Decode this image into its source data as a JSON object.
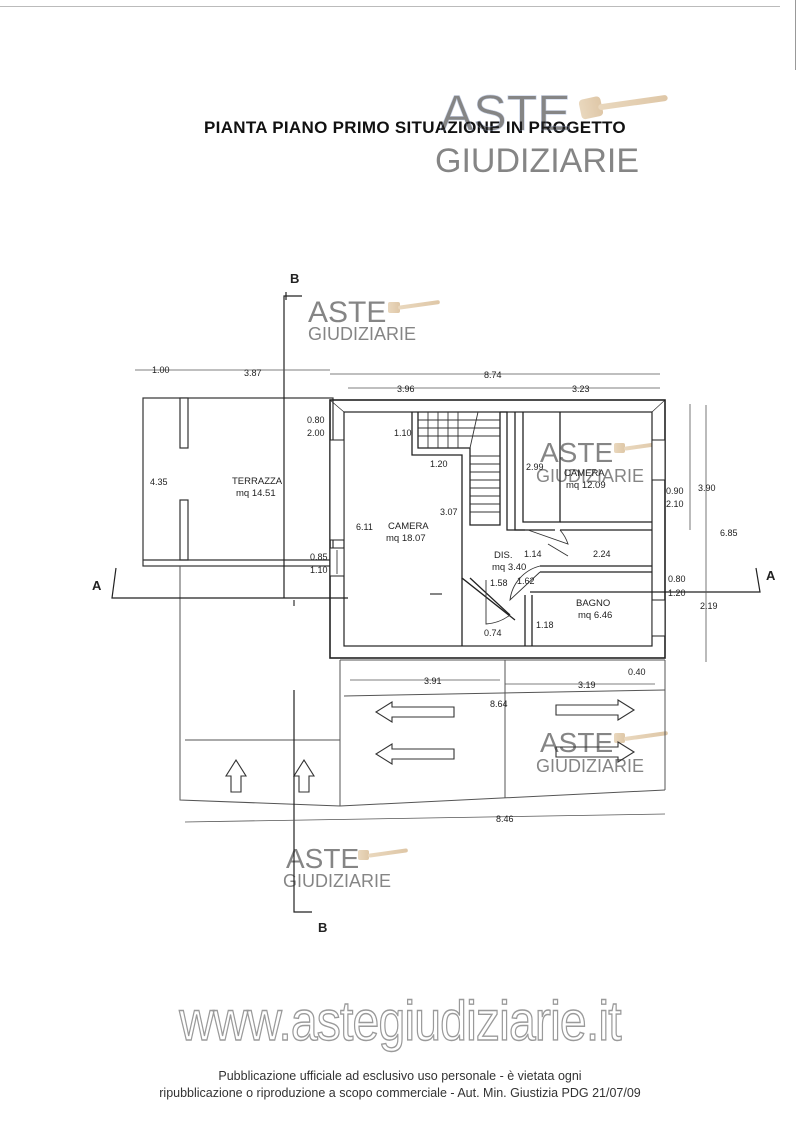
{
  "title": "PIANTA PIANO PRIMO SITUAZIONE IN PROGETTO",
  "watermark": {
    "line1": "ASTE",
    "line2": "GIUDIZIARIE",
    "site": "www.astegiudiziarie.it"
  },
  "section_labels": {
    "b_top": "B",
    "b_bottom": "B",
    "a_left": "A",
    "a_right": "A"
  },
  "rooms": {
    "terrazza": {
      "name": "TERRAZZA",
      "area": "mq 14.51"
    },
    "camera_main": {
      "name": "CAMERA",
      "area": "mq 18.07"
    },
    "dis": {
      "name": "DIS.",
      "area": "mq 3.40"
    },
    "camera_small": {
      "name": "CAMERA",
      "area": "mq 12.09"
    },
    "bagno": {
      "name": "BAGNO",
      "area": "mq 6.46"
    }
  },
  "dimensions": {
    "d_100": "1.00",
    "d_387": "3.87",
    "d_874": "8.74",
    "d_396": "3.96",
    "d_323": "3.23",
    "d_435": "4.35",
    "d_080a": "0.80",
    "d_200": "2.00",
    "d_110a": "1.10",
    "d_120": "1.20",
    "d_299": "2.99",
    "d_307": "3.07",
    "d_611": "6.11",
    "d_085": "0.85",
    "d_110b": "1.10",
    "d_114": "1.14",
    "d_158": "1.58",
    "d_162": "1.62",
    "d_224": "2.24",
    "d_074": "0.74",
    "d_118": "1.18",
    "d_090": "0.90",
    "d_210": "2.10",
    "d_390": "3.90",
    "d_685": "6.85",
    "d_080b": "0.80",
    "d_120b": "1.20",
    "d_219": "2.19",
    "d_040": "0.40",
    "d_391": "3.91",
    "d_319": "3.19",
    "d_864": "8.64",
    "d_846": "8.46"
  },
  "footer": {
    "line1": "Pubblicazione ufficiale ad esclusivo uso personale - è vietata ogni",
    "line2": "ripubblicazione o riproduzione a scopo commerciale - Aut. Min. Giustizia PDG 21/07/09"
  }
}
